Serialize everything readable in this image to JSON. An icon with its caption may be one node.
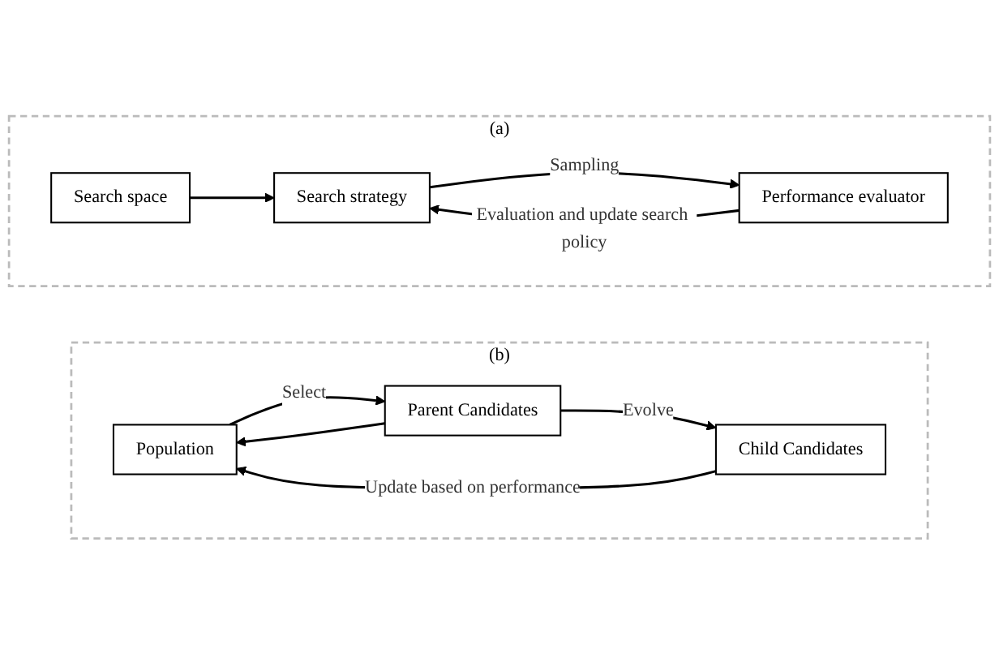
{
  "diagram": {
    "nodes": [
      {
        "text": [
          "(a)"
        ]
      },
      {
        "text": [
          "Search space"
        ],
        "in": 0
      },
      {
        "text": [
          "Search strategy"
        ],
        "in": 0
      },
      {
        "text": [
          "Performance evaluator"
        ],
        "in": 0
      },
      {
        "text": [
          "(b)"
        ]
      },
      {
        "text": [
          "Population"
        ],
        "in": 4
      },
      {
        "text": [
          "Parent Candidates"
        ],
        "in": 4
      },
      {
        "text": [
          "Child Candidates"
        ],
        "in": 4
      }
    ],
    "edges": [
      {
        "from": 1,
        "to": 2,
        "arrow": "to"
      },
      {
        "from": 2,
        "to": 3,
        "arrow": "to",
        "label": "Sampling"
      },
      {
        "from": 3,
        "to": 2,
        "arrow": "to",
        "label": "Evaluation and update search policy"
      },
      {
        "from": 5,
        "to": 6,
        "arrow": "to",
        "label": "Select"
      },
      {
        "from": 6,
        "to": 7,
        "arrow": "to",
        "label": "Evolve"
      },
      {
        "from": 6,
        "to": 5,
        "arrow": "to"
      },
      {
        "from": 7,
        "to": 5,
        "arrow": "to",
        "label": "Update based on performance"
      }
    ]
  }
}
